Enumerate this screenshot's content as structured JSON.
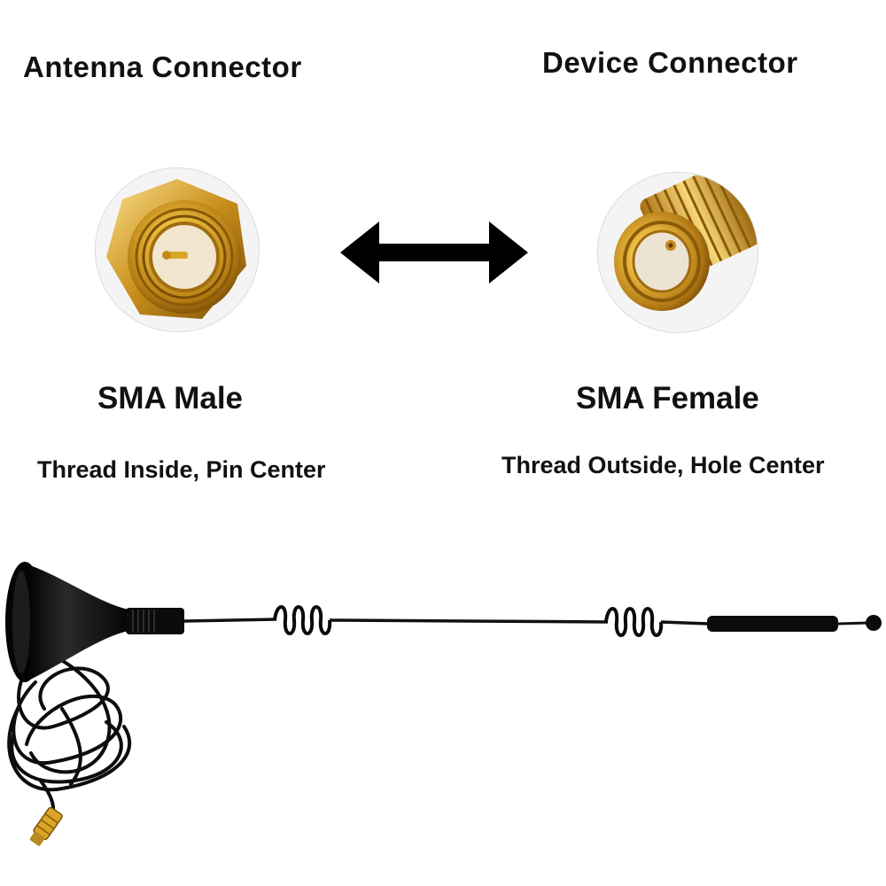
{
  "headings": {
    "antenna_connector": "Antenna Connector",
    "device_connector": "Device Connector"
  },
  "male": {
    "name": "SMA Male",
    "description": "Thread Inside, Pin Center"
  },
  "female": {
    "name": "SMA Female",
    "description": "Thread Outside, Hole Center"
  },
  "colors": {
    "gold": "#d9a628",
    "gold_dark": "#8a5a08",
    "black": "#111111"
  },
  "icons": {
    "arrow": "double-headed-arrow-icon"
  }
}
